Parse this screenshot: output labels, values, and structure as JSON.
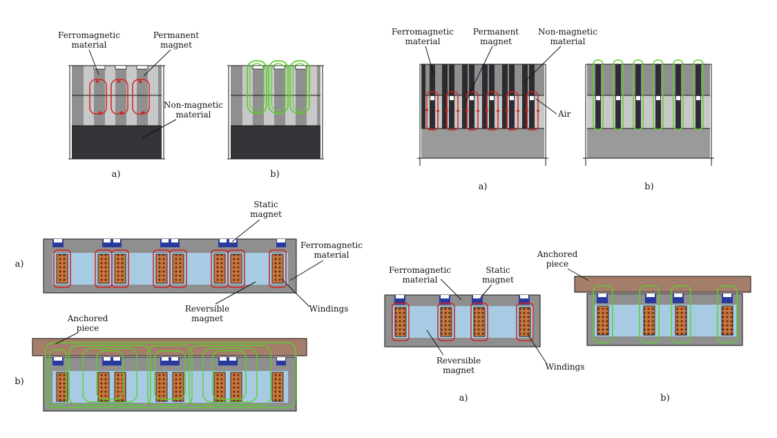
{
  "labels": {
    "ferromagnetic": [
      "Ferromagnetic",
      "material"
    ],
    "permanent_magnet": [
      "Permanent",
      "magnet"
    ],
    "non_magnetic": [
      "Non-magnetic",
      "material"
    ],
    "air": "Air",
    "static_magnet": [
      "Static",
      "magnet"
    ],
    "reversible_magnet": [
      "Reversible",
      "magnet"
    ],
    "windings": "Windings",
    "anchored_piece": [
      "Anchored",
      "piece"
    ]
  },
  "captions": {
    "a": "a)",
    "b": "b)"
  },
  "colors": {
    "ferromagnetic": "#8f8f8f",
    "ferromagnetic_light": "#c8c8c8",
    "non_magnetic": "#333338",
    "reversible_magnet": "#a6cbe3",
    "static_magnet": "#2a3a9c",
    "winding": "#c8773e",
    "anchored_piece": "#a57d6b",
    "flux_off": "#d42020",
    "flux_on": "#5ccf2a"
  }
}
